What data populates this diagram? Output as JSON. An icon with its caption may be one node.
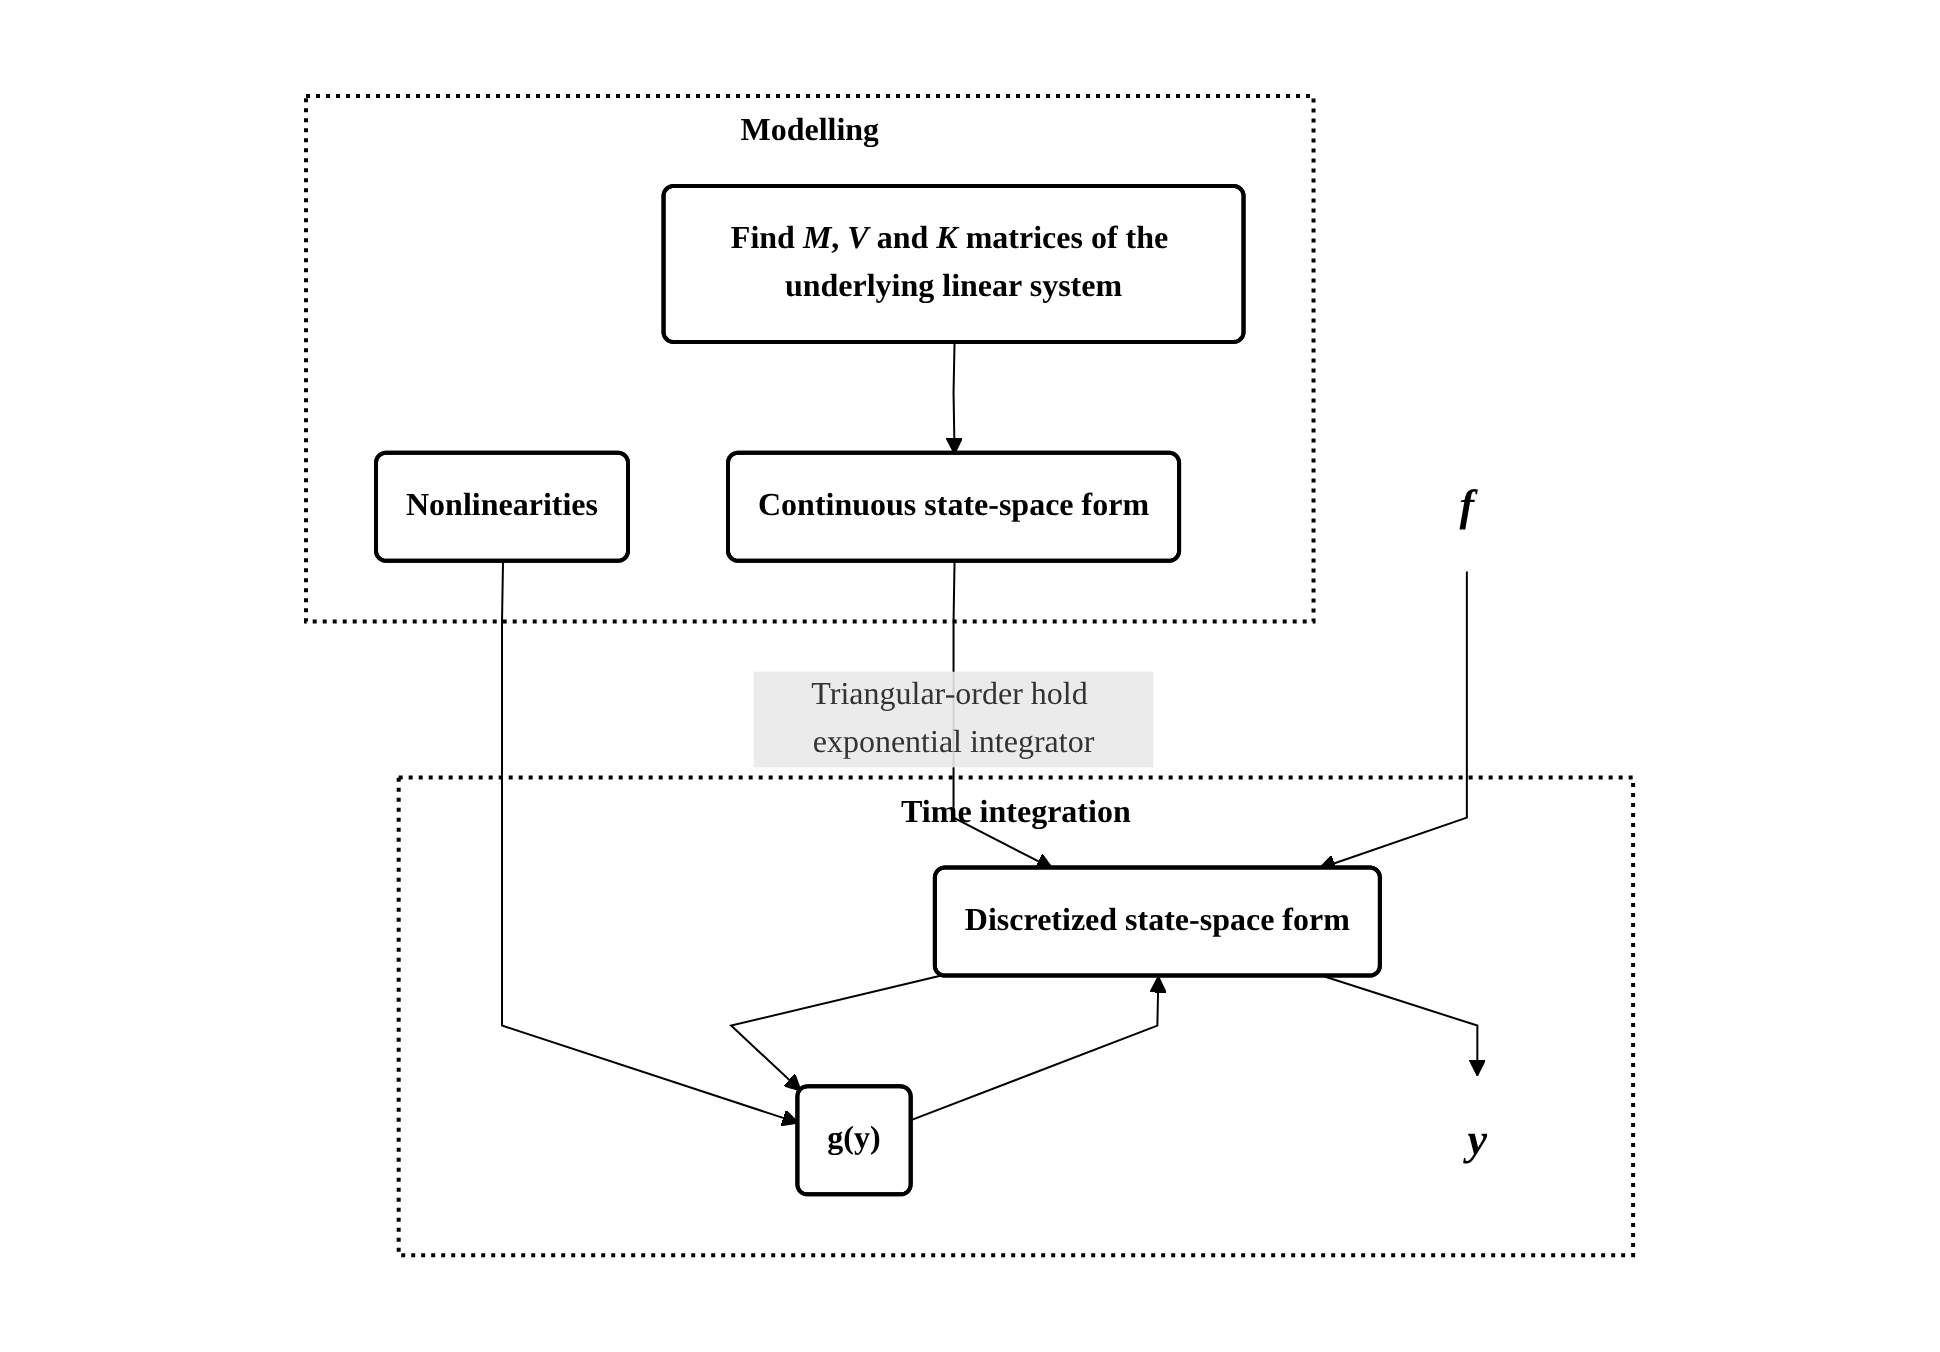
{
  "diagram": {
    "nodes": [
      {
        "text": [
          "Modelling"
        ]
      },
      {
        "text": [
          "Find *M*, *V* and *K* matrices of the underlying linear system"
        ],
        "in": 0
      },
      {
        "text": [
          "Nonlinearities"
        ],
        "in": 0
      },
      {
        "text": [
          "Continuous state-space form"
        ],
        "in": 0
      },
      {
        "text": [
          "Time integration"
        ]
      },
      {
        "text": [
          "g(y)"
        ],
        "in": 4
      },
      {
        "text": [
          "Discretized state-space form"
        ],
        "in": 4
      },
      {
        "text": [
          "f"
        ]
      },
      {
        "text": [
          "y"
        ],
        "in": 4
      }
    ],
    "edges": [
      {
        "from": 1,
        "to": 3,
        "arrow": "to"
      },
      {
        "from": 3,
        "to": 6,
        "arrow": "to",
        "label": "Triangular-order hold exponential integrator"
      },
      {
        "from": 2,
        "to": 5,
        "arrow": "to"
      },
      {
        "from": 7,
        "to": 6,
        "arrow": "to"
      },
      {
        "from": 5,
        "to": 6,
        "arrow": "to"
      },
      {
        "from": 6,
        "to": 8,
        "arrow": "to"
      },
      {
        "from": 6,
        "to": 5,
        "arrow": "to"
      }
    ]
  }
}
